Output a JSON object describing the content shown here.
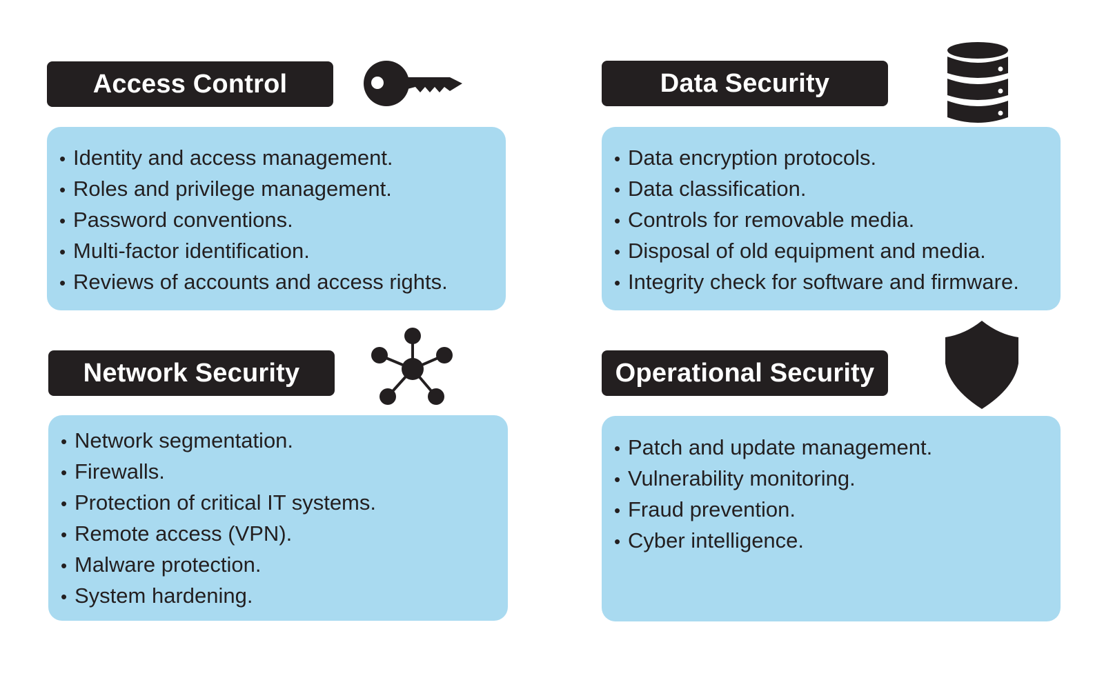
{
  "sections": {
    "access": {
      "title": "Access Control",
      "icon": "key-icon",
      "items": [
        "Identity and access management.",
        "Roles and privilege management.",
        "Password conventions.",
        "Multi-factor identification.",
        "Reviews of accounts and access rights."
      ]
    },
    "data": {
      "title": "Data Security",
      "icon": "database-icon",
      "items": [
        "Data encryption protocols.",
        "Data classification.",
        "Controls for removable media.",
        "Disposal of old equipment and media.",
        "Integrity check for software and firmware."
      ]
    },
    "network": {
      "title": "Network Security",
      "icon": "network-icon",
      "items": [
        "Network segmentation.",
        "Firewalls.",
        "Protection of critical IT systems.",
        "Remote access (VPN).",
        "Malware protection.",
        "System hardening."
      ]
    },
    "ops": {
      "title": "Operational Security",
      "icon": "shield-icon",
      "items": [
        "Patch and update management.",
        "Vulnerability monitoring.",
        "Fraud prevention.",
        "Cyber intelligence."
      ]
    }
  },
  "bullet": "•",
  "colors": {
    "title_bg": "#231f20",
    "title_text": "#ffffff",
    "panel_bg": "#a9daf0",
    "text": "#231f20",
    "icon": "#231f20"
  }
}
